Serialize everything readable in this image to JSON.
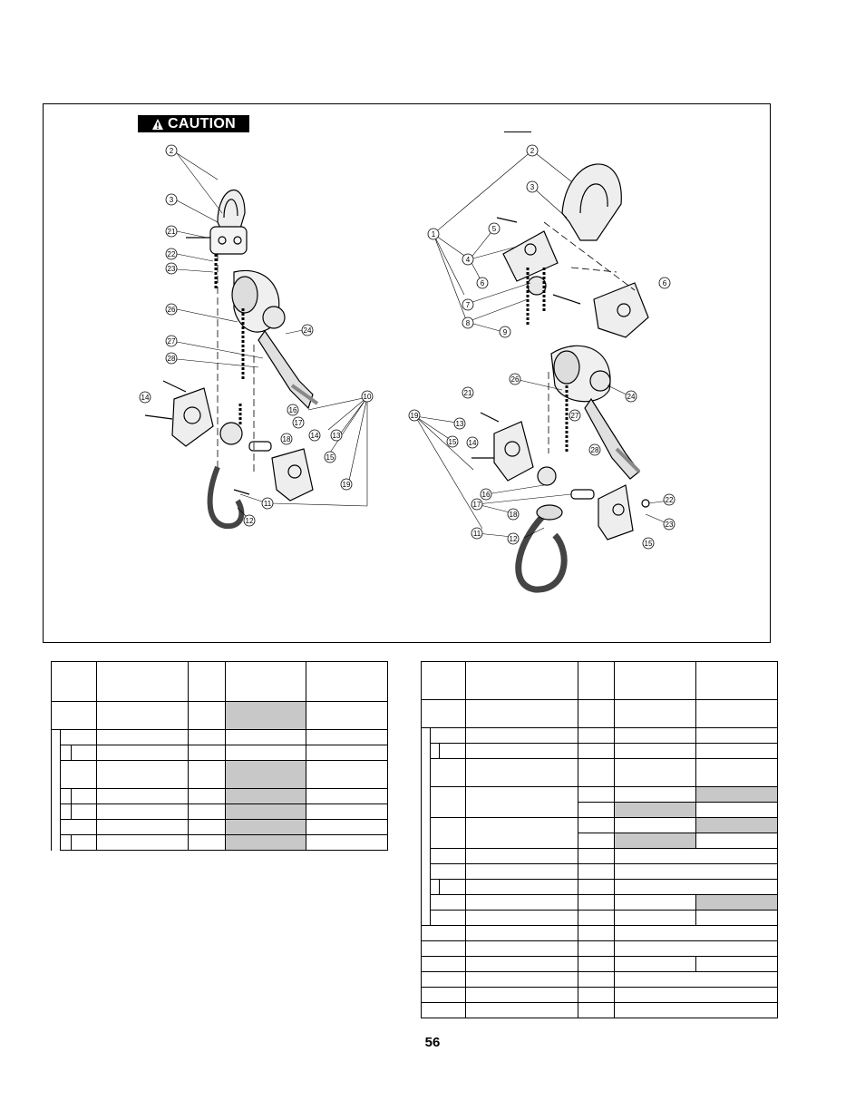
{
  "caution_label": "CAUTION",
  "page_number": "56",
  "left_callouts": [
    "2",
    "3",
    "21",
    "22",
    "23",
    "26",
    "27",
    "28",
    "24",
    "14",
    "16",
    "17",
    "18",
    "15",
    "13",
    "14",
    "10",
    "19",
    "11",
    "12"
  ],
  "right_callouts": [
    "2",
    "3",
    "5",
    "1",
    "4",
    "6",
    "6",
    "7",
    "8",
    "9",
    "26",
    "24",
    "21",
    "27",
    "28",
    "19",
    "13",
    "15",
    "14",
    "16",
    "17",
    "18",
    "22",
    "23",
    "11",
    "12",
    "15"
  ]
}
